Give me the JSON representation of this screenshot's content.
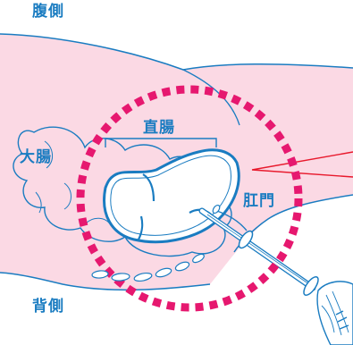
{
  "labels": {
    "ventral": "腹側",
    "dorsal": "背側",
    "colon": "大腸",
    "rectum": "直腸",
    "anus": "肛門"
  },
  "colors": {
    "outline": "#1a7cc1",
    "tissue_fill": "#fbd9e4",
    "highlight_circle": "#e6186f",
    "red_line": "#e8192c"
  }
}
